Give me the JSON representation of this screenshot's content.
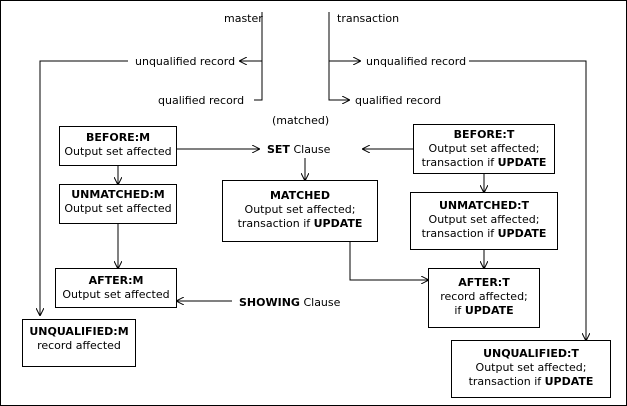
{
  "labels": {
    "master": "master",
    "transaction": "transaction",
    "unqualified_left": "unqualified record",
    "unqualified_right": "unqualified record",
    "qualified_left": "qualified record",
    "qualified_right": "qualified record",
    "matched_note": "(matched)",
    "set_kw": "SET",
    "set_word": "Clause",
    "showing_kw": "SHOWING",
    "showing_word": "Clause"
  },
  "boxes": {
    "before_m": {
      "title": "BEFORE:M",
      "line1": "Output set affected"
    },
    "unmatched_m": {
      "title": "UNMATCHED:M",
      "line1": "Output set affected"
    },
    "after_m": {
      "title": "AFTER:M",
      "line1": "Output set affected"
    },
    "unqualified_m": {
      "title": "UNQUALIFIED:M",
      "line1": "record affected"
    },
    "matched": {
      "title": "MATCHED",
      "line1": "Output set affected;",
      "line2_pre": "transaction if ",
      "line2_kw": "UPDATE"
    },
    "before_t": {
      "title": "BEFORE:T",
      "line1": "Output set affected;",
      "line2_pre": "transaction if ",
      "line2_kw": "UPDATE"
    },
    "unmatched_t": {
      "title": "UNMATCHED:T",
      "line1": "Output set affected;",
      "line2_pre": "transaction if ",
      "line2_kw": "UPDATE"
    },
    "after_t": {
      "title": "AFTER:T",
      "line1": "record affected;",
      "line2_pre": "if ",
      "line2_kw": "UPDATE"
    },
    "unqualified_t": {
      "title": "UNQUALIFIED:T",
      "line1": "Output set affected;",
      "line2_pre": "transaction if ",
      "line2_kw": "UPDATE"
    }
  }
}
